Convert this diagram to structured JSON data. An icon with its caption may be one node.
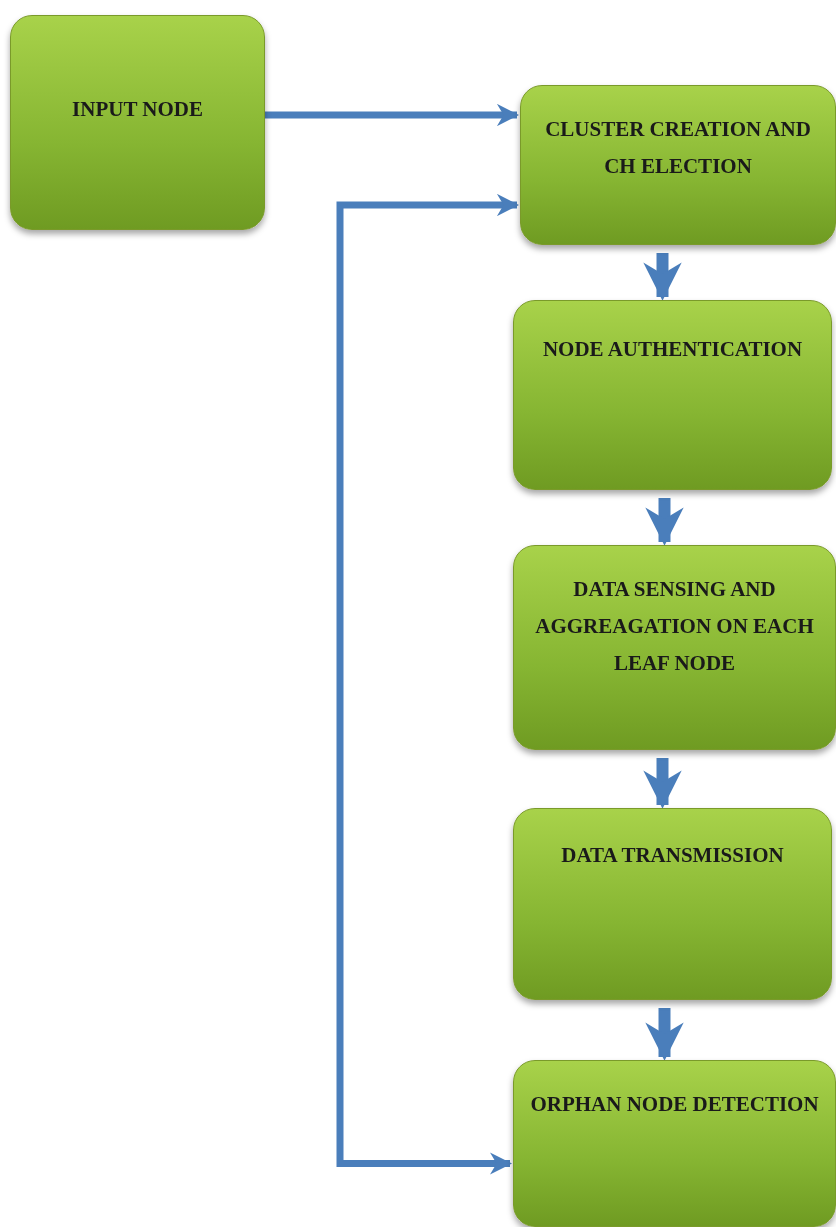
{
  "diagram": {
    "nodes": [
      {
        "text": [
          "INPUT NODE"
        ]
      },
      {
        "text": [
          "CLUSTER CREATION AND CH ELECTION"
        ]
      },
      {
        "text": [
          "NODE AUTHENTICATION"
        ]
      },
      {
        "text": [
          "DATA SENSING AND AGGREAGATION ON EACH LEAF NODE"
        ]
      },
      {
        "text": [
          "DATA TRANSMISSION"
        ]
      },
      {
        "text": [
          "ORPHAN NODE DETECTION"
        ]
      }
    ],
    "edges": [
      {
        "from": 0,
        "to": 1,
        "arrow": "to"
      },
      {
        "from": 1,
        "to": 2,
        "arrow": "to"
      },
      {
        "from": 2,
        "to": 3,
        "arrow": "to"
      },
      {
        "from": 3,
        "to": 4,
        "arrow": "to"
      },
      {
        "from": 4,
        "to": 5,
        "arrow": "to"
      },
      {
        "from": 1,
        "to": 5,
        "arrow": "both"
      }
    ]
  }
}
